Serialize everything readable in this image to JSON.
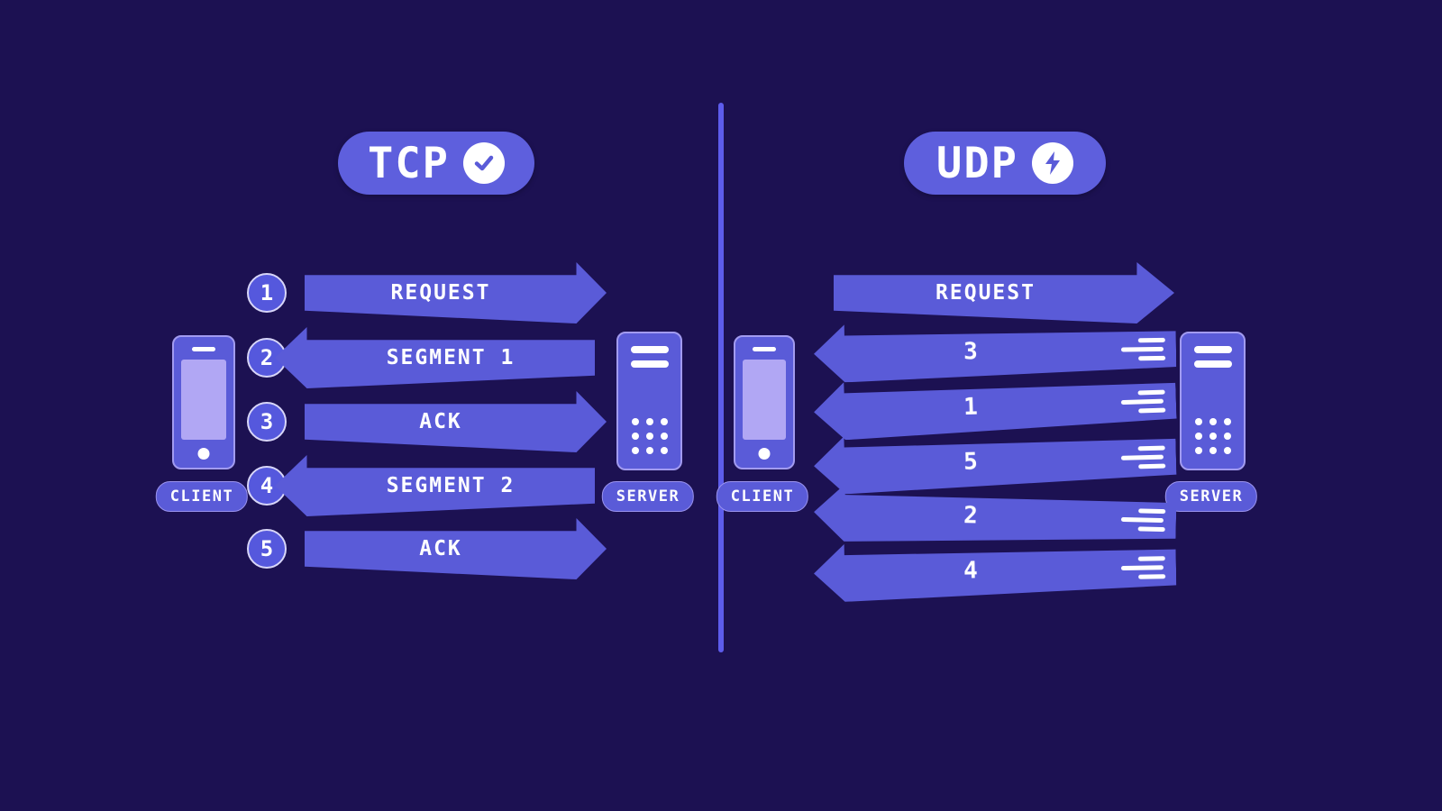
{
  "tcp": {
    "title": "TCP",
    "badge_icon": "check-icon",
    "client_label": "CLIENT",
    "server_label": "SERVER",
    "messages": [
      {
        "step": "1",
        "label": "REQUEST",
        "direction": "client-to-server"
      },
      {
        "step": "2",
        "label": "SEGMENT 1",
        "direction": "server-to-client"
      },
      {
        "step": "3",
        "label": "ACK",
        "direction": "client-to-server"
      },
      {
        "step": "4",
        "label": "SEGMENT 2",
        "direction": "server-to-client"
      },
      {
        "step": "5",
        "label": "ACK",
        "direction": "client-to-server"
      }
    ]
  },
  "udp": {
    "title": "UDP",
    "badge_icon": "lightning-icon",
    "client_label": "CLIENT",
    "server_label": "SERVER",
    "request_label": "REQUEST",
    "request_direction": "client-to-server",
    "packets": [
      {
        "label": "3",
        "direction": "server-to-client"
      },
      {
        "label": "1",
        "direction": "server-to-client"
      },
      {
        "label": "5",
        "direction": "server-to-client"
      },
      {
        "label": "2",
        "direction": "server-to-client"
      },
      {
        "label": "4",
        "direction": "server-to-client"
      }
    ]
  },
  "colors": {
    "background": "#1c1152",
    "primary_purple": "#5a5bd8",
    "badge_purple": "#5e5fdd",
    "screen_lavender": "#b1a7f4",
    "divider": "#5d5cec",
    "text": "#ffffff"
  }
}
